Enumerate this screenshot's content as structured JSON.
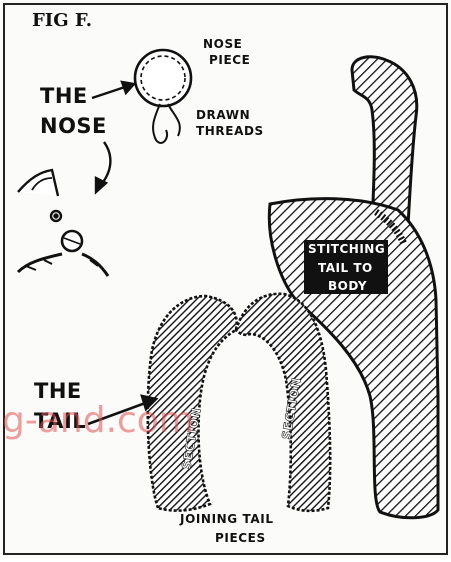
{
  "figure": {
    "title": "FIG F.",
    "labels": {
      "nose_piece_line1": "NOSE",
      "nose_piece_line2": "PIECE",
      "drawn_threads_line1": "DRAWN",
      "drawn_threads_line2": "THREADS",
      "the_nose_line1": "THE",
      "the_nose_line2": "NOSE",
      "stitching_line1": "STITCHING",
      "stitching_line2": "TAIL TO",
      "stitching_line3": "BODY",
      "section_left": "SECTION",
      "section_right": "SECTION",
      "the_tail_line1": "THE",
      "the_tail_line2": "TAIL",
      "joining_line1": "JOINING TAIL",
      "joining_line2": "PIECES"
    },
    "watermark": "g-and.com"
  }
}
